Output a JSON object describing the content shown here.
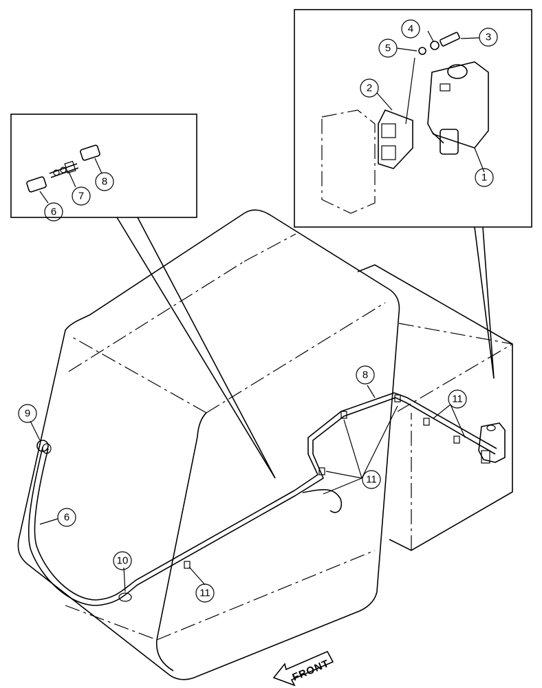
{
  "callouts": {
    "c1": "1",
    "c2": "2",
    "c3": "3",
    "c4": "4",
    "c5": "5",
    "c6a": "6",
    "c7": "7",
    "c8a": "8",
    "c6b": "6",
    "c8b": "8",
    "c9": "9",
    "c10": "10",
    "c11a": "11",
    "c11b": "11",
    "c11c": "11"
  },
  "front_label": "FRONT"
}
